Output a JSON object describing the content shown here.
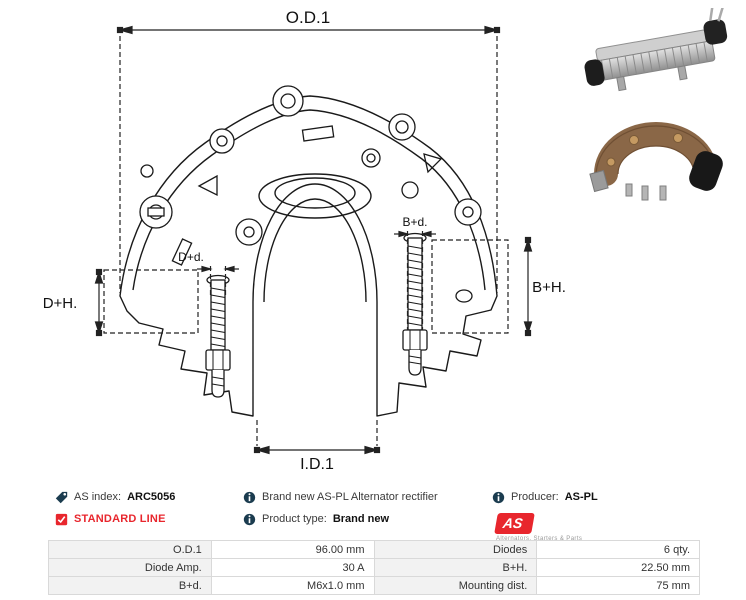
{
  "diagram": {
    "labels": {
      "od1": "O.D.1",
      "id1": "I.D.1",
      "dh": "D+H.",
      "bh": "B+H.",
      "dd": "D+d.",
      "bd": "B+d."
    }
  },
  "info": {
    "as_index": {
      "label": "AS index:",
      "value": "ARC5056"
    },
    "standard_line": "STANDARD LINE",
    "description": "Brand new AS-PL Alternator rectifier",
    "product_type": {
      "label": "Product type:",
      "value": "Brand new"
    },
    "producer": {
      "label": "Producer:",
      "value": "AS-PL"
    },
    "logo": {
      "text": "AS",
      "tagline": "Alternators, Starters & Parts"
    },
    "icons": {
      "as_index": "tag-icon",
      "standard_line": "checkbox-checked-icon",
      "notes": "info-icon"
    }
  },
  "specs": {
    "rows": [
      {
        "l1": "O.D.1",
        "v1": "96.00 mm",
        "l2": "Diodes",
        "v2": "6 qty."
      },
      {
        "l1": "Diode Amp.",
        "v1": "30 A",
        "l2": "B+H.",
        "v2": "22.50 mm"
      },
      {
        "l1": "B+d.",
        "v1": "M6x1.0 mm",
        "l2": "Mounting dist.",
        "v2": "75 mm"
      }
    ]
  },
  "colors": {
    "accent_red": "#e8262d",
    "icon_dark": "#1b3c4f",
    "table_border": "#d9d9d9",
    "label_bg": "#f2f2f2",
    "line_black": "#1a1a1a"
  }
}
